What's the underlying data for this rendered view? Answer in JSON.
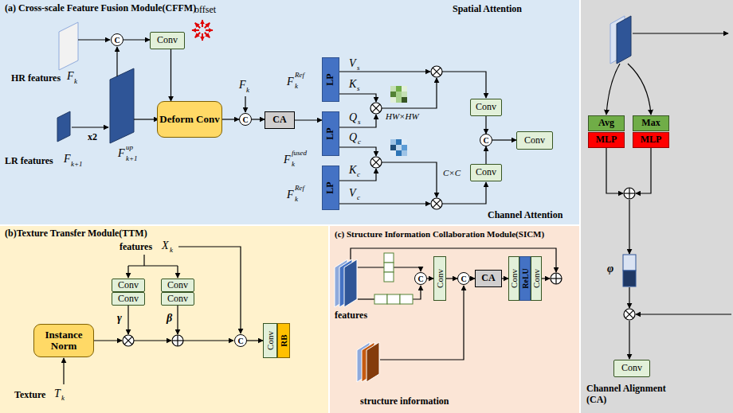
{
  "diagram": {
    "nodes": [
      {
        "text": [
          "(a) Cross-scale Feature Fusion Module(CFFM)"
        ]
      },
      {
        "text": [
          "Conv"
        ],
        "in": 0
      },
      {
        "text": [
          "Deform Conv"
        ],
        "in": 0
      },
      {
        "text": [
          "C"
        ],
        "in": 0
      },
      {
        "text": [
          "C"
        ],
        "in": 0
      },
      {
        "text": [
          "CA"
        ],
        "in": 0
      },
      {
        "text": [
          "LP"
        ],
        "in": 0
      },
      {
        "text": [
          "LP"
        ],
        "in": 0
      },
      {
        "text": [
          "LP"
        ],
        "in": 0
      },
      {
        "text": [
          "Conv"
        ],
        "in": 0
      },
      {
        "text": [
          "Conv"
        ],
        "in": 0
      },
      {
        "text": [
          "C"
        ],
        "in": 0
      },
      {
        "text": [
          "Conv"
        ],
        "in": 0
      },
      {
        "text": [
          "(b)Texture Transfer Module(TTM)"
        ]
      },
      {
        "text": [
          "Conv"
        ],
        "in": 13
      },
      {
        "text": [
          "Conv"
        ],
        "in": 13
      },
      {
        "text": [
          "Conv"
        ],
        "in": 13
      },
      {
        "text": [
          "Conv"
        ],
        "in": 13
      },
      {
        "text": [
          "Instance Norm"
        ],
        "in": 13
      },
      {
        "text": [
          "C"
        ],
        "in": 13
      },
      {
        "text": [
          "Conv"
        ],
        "in": 13
      },
      {
        "text": [
          "RB"
        ],
        "in": 13
      },
      {
        "text": [
          "(c) Structure Information Collaboration Module(SICM)"
        ]
      },
      {
        "text": [
          "C"
        ],
        "in": 22
      },
      {
        "text": [
          "Conv"
        ],
        "in": 22
      },
      {
        "text": [
          "C"
        ],
        "in": 22
      },
      {
        "text": [
          "CA"
        ],
        "in": 22
      },
      {
        "text": [
          "Conv"
        ],
        "in": 22
      },
      {
        "text": [
          "ReLU"
        ],
        "in": 22
      },
      {
        "text": [
          "Conv"
        ],
        "in": 22
      },
      {
        "text": [
          "Channel Alignment (CA)"
        ]
      },
      {
        "text": [
          "Avg"
        ],
        "in": 30
      },
      {
        "text": [
          "Max"
        ],
        "in": 30
      },
      {
        "text": [
          "MLP"
        ],
        "in": 30
      },
      {
        "text": [
          "MLP"
        ],
        "in": 30
      },
      {
        "text": [
          "Conv"
        ],
        "in": 30
      }
    ],
    "edges": [
      {
        "from": 3,
        "to": 1,
        "arrow": "to"
      },
      {
        "from": 1,
        "to": 2,
        "arrow": "to"
      },
      {
        "from": 2,
        "to": 4,
        "arrow": "to"
      },
      {
        "from": 4,
        "to": 5,
        "arrow": "to"
      },
      {
        "from": 5,
        "to": 7,
        "arrow": "to"
      },
      {
        "from": 9,
        "to": 11,
        "arrow": "to"
      },
      {
        "from": 10,
        "to": 11,
        "arrow": "to"
      },
      {
        "from": 11,
        "to": 12,
        "arrow": "to"
      },
      {
        "from": 19,
        "to": 20,
        "arrow": "to"
      },
      {
        "from": 23,
        "to": 24,
        "arrow": "to"
      },
      {
        "from": 24,
        "to": 25,
        "arrow": "to"
      },
      {
        "from": 25,
        "to": 26,
        "arrow": "to"
      },
      {
        "from": 26,
        "to": 27,
        "arrow": "to"
      }
    ],
    "labels": [
      "offset",
      "Spatial Attention",
      "HR features",
      "F",
      "k",
      "x2",
      "LR features",
      "F",
      "k+1",
      "F",
      "up",
      "k+1",
      "F",
      "k",
      "F",
      "Ref",
      "k",
      "F",
      "fused",
      "k",
      "F",
      "Ref",
      "k",
      "V",
      "s",
      "K",
      "s",
      "Q",
      "s",
      "HW×HW",
      "Q",
      "c",
      "C×C",
      "K",
      "c",
      "V",
      "c",
      "Channel Attention",
      "features",
      "X",
      "k",
      "γ",
      "β",
      "Texture",
      "T",
      "k",
      "features",
      "structure information",
      "φ"
    ]
  }
}
